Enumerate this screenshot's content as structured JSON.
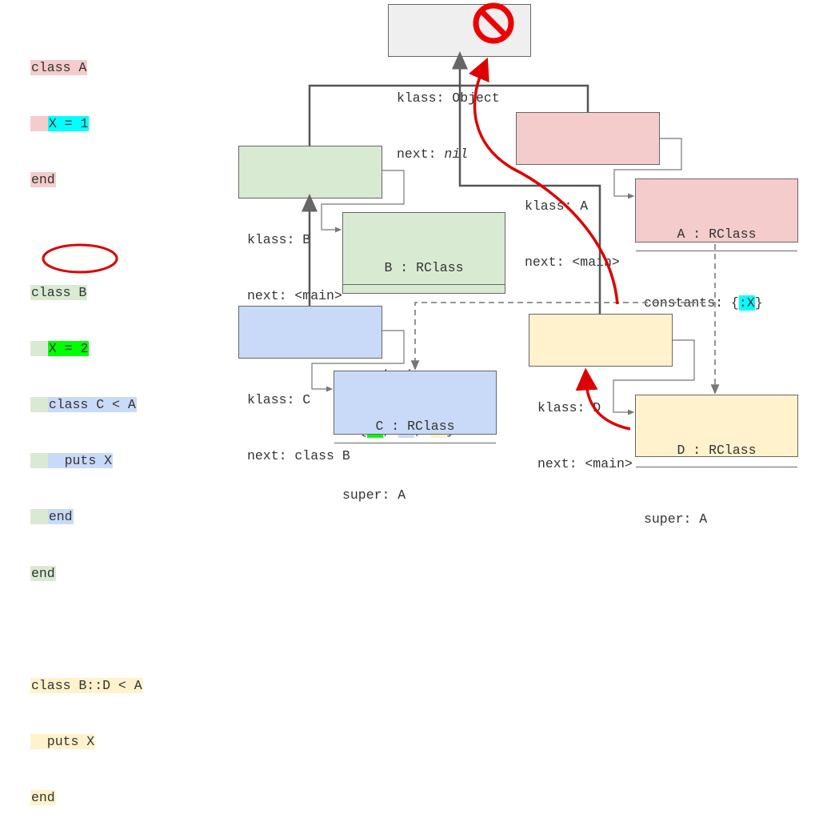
{
  "code": {
    "lines": [
      "class A",
      "  X = 1",
      "end",
      "",
      "class B",
      "  X = 2",
      "  class C < A",
      "    puts X",
      "  end",
      "end",
      "",
      "class B::D < A",
      "  puts X",
      "end"
    ]
  },
  "contexts": {
    "object": {
      "klass": "klass: Object",
      "next_label": "next: ",
      "next_value": "nil"
    },
    "a": {
      "klass": "klass: A",
      "next": "next: <main>"
    },
    "b": {
      "klass": "klass: B",
      "next": "next: <main>"
    },
    "c": {
      "klass": "klass: C",
      "next": "next: class B"
    },
    "d": {
      "klass": "klass: D",
      "next": "next: <main>"
    }
  },
  "rclasses": {
    "a": {
      "title": "A : RClass",
      "prefix": "constants: {",
      "const_x": ":X",
      "suffix": "}"
    },
    "b": {
      "title": "B : RClass",
      "label": "constants:",
      "open": " {",
      "const_x": ":X",
      "sep1": ", ",
      "const_c": ":C",
      "sep2": ", ",
      "const_d": ":D",
      "close": "}"
    },
    "c": {
      "title": "C : RClass",
      "super": "super: A"
    },
    "d": {
      "title": "D : RClass",
      "super": "super: A"
    }
  },
  "colors": {
    "class_a": "#f4cccc",
    "class_b": "#d9ead3",
    "class_c": "#c9daf8",
    "class_d": "#fff2cc",
    "object": "#efefef",
    "const_x_a": "#00ffff",
    "const_x_b": "#00ff00",
    "lookup_arrow": "#dd0000",
    "connector": "#555555"
  },
  "icons": [
    "prohibited-icon"
  ]
}
